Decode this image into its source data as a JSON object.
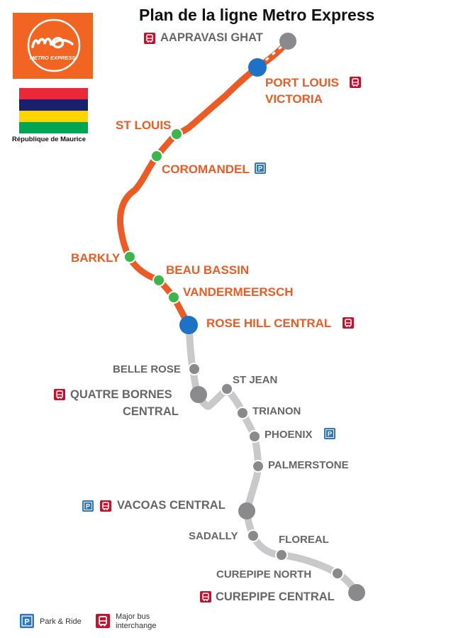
{
  "title": "Plan de la ligne Metro Express",
  "logo": {
    "text": "METRO EXPRESS"
  },
  "flag": {
    "colors": [
      "#ea2839",
      "#1a206d",
      "#ffd500",
      "#00a551"
    ],
    "caption": "République de Maurice"
  },
  "colors": {
    "line_active": "#ec5b24",
    "line_future": "#c9c9cb",
    "station_green": "#3cb54a",
    "station_blue": "#1d72c6",
    "station_grey": "#8a8a8c",
    "bus_icon": "#c8102e",
    "park_icon": "#2e77c0"
  },
  "stations": {
    "aapravasi_ghat": "AAPRAVASI GHAT",
    "port_louis_victoria": [
      "PORT LOUIS",
      "VICTORIA"
    ],
    "st_louis": "ST LOUIS",
    "coromandel": "COROMANDEL",
    "barkly": "BARKLY",
    "beau_bassin": "BEAU BASSIN",
    "vandermeersch": "VANDERMEERSCH",
    "rose_hill_central": "ROSE HILL CENTRAL",
    "belle_rose": "BELLE ROSE",
    "quatre_bornes_central": [
      "QUATRE BORNES",
      "CENTRAL"
    ],
    "st_jean": "ST JEAN",
    "trianon": "TRIANON",
    "phoenix": "PHOENIX",
    "palmerstone": "PALMERSTONE",
    "vacoas_central": "VACOAS CENTRAL",
    "sadally": "SADALLY",
    "floreal": "FLOREAL",
    "curepipe_north": "CUREPIPE NORTH",
    "curepipe_central": "CUREPIPE CENTRAL"
  },
  "legend": {
    "park_ride": "Park & Ride",
    "bus_interchange": [
      "Major bus",
      "interchange"
    ]
  }
}
